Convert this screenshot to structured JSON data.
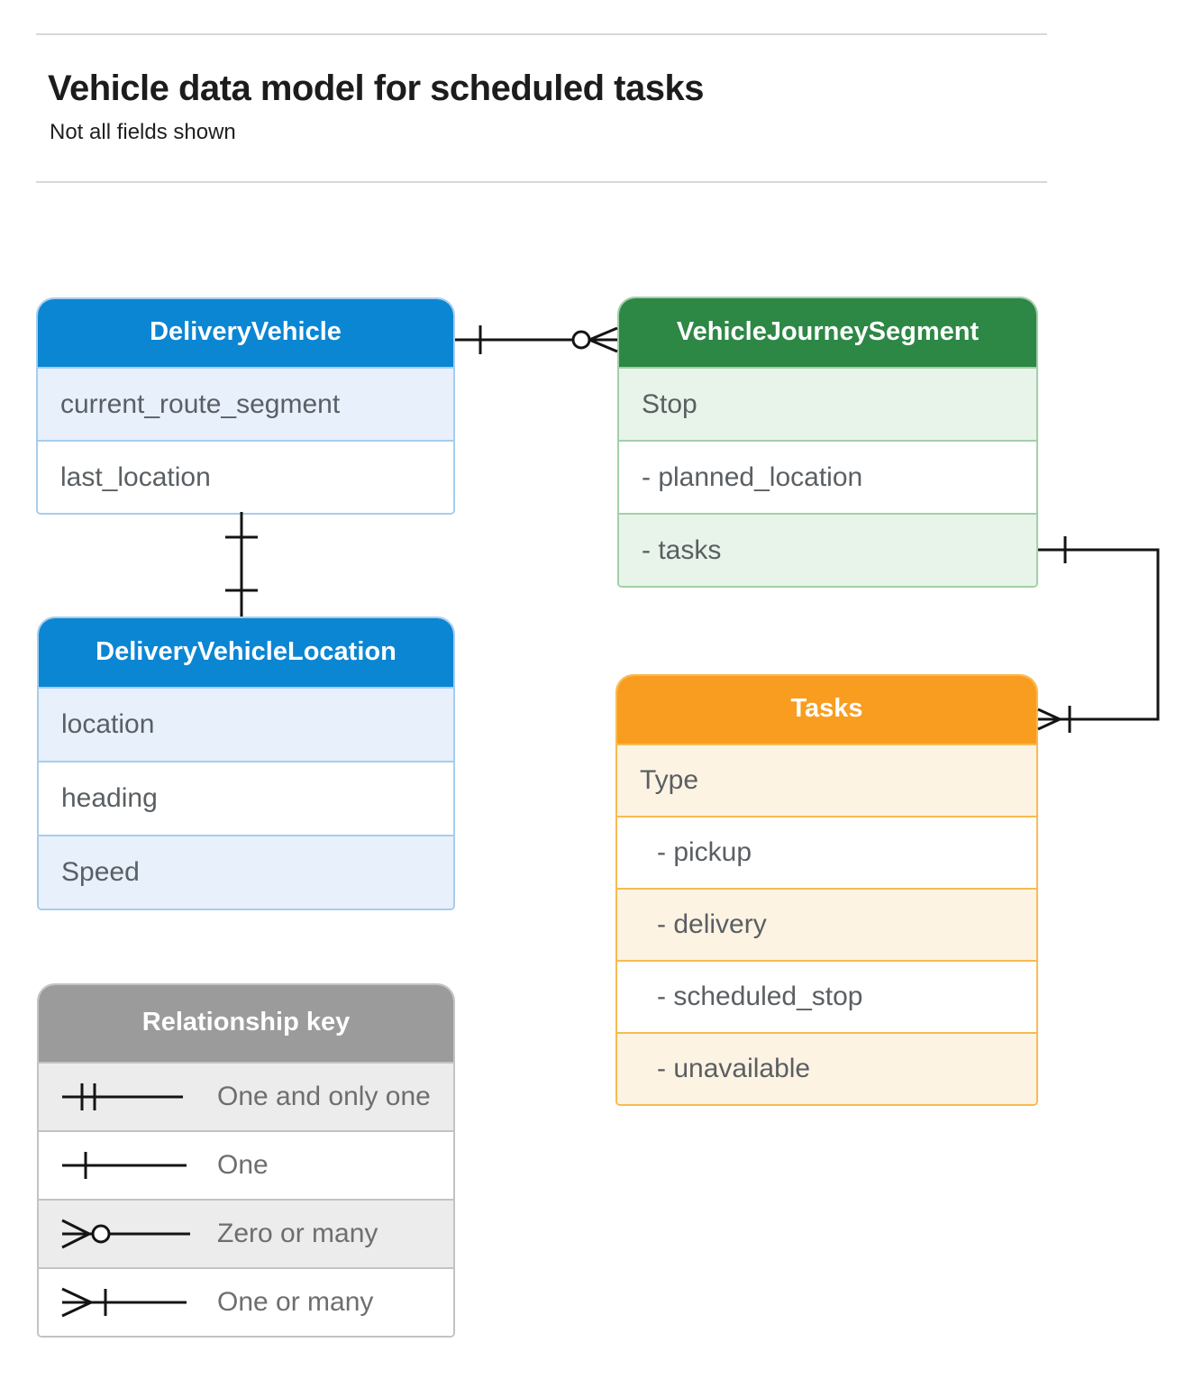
{
  "page": {
    "title": "Vehicle data model for scheduled tasks",
    "subtitle": "Not all fields shown"
  },
  "colors": {
    "blue_header": "#0b86d3",
    "blue_tint": "#e7f0fb",
    "green_header": "#2d8745",
    "green_tint": "#e8f3ea",
    "orange_header": "#f89d20",
    "orange_tint": "#fdf3e3",
    "gray_header": "#9b9b9b",
    "gray_tint": "#ececec",
    "connector": "#141414"
  },
  "entities": [
    {
      "id": "delivery-vehicle",
      "name": "DeliveryVehicle",
      "rows": [
        "current_route_segment",
        "last_location"
      ]
    },
    {
      "id": "vehicle-journey-segment",
      "name": "VehicleJourneySegment",
      "rows": [
        "Stop",
        "- planned_location",
        "- tasks"
      ]
    },
    {
      "id": "delivery-vehicle-location",
      "name": "DeliveryVehicleLocation",
      "rows": [
        "location",
        "heading",
        "Speed"
      ]
    },
    {
      "id": "tasks",
      "name": "Tasks",
      "rows": [
        "Type",
        "- pickup",
        "- delivery",
        "- scheduled_stop",
        "- unavailable"
      ]
    }
  ],
  "relationships": [
    {
      "from": "DeliveryVehicle",
      "to": "VehicleJourneySegment",
      "from_end": "one",
      "to_end": "zero or many"
    },
    {
      "from": "DeliveryVehicle",
      "to": "DeliveryVehicleLocation",
      "from_end": "one",
      "to_end": "one"
    },
    {
      "from": "VehicleJourneySegment.tasks",
      "to": "Tasks",
      "from_end": "one",
      "to_end": "one or many"
    }
  ],
  "legend": {
    "title": "Relationship key",
    "items": [
      {
        "icon": "one-and-only-one-symbol",
        "label": "One and only one"
      },
      {
        "icon": "one-symbol",
        "label": "One"
      },
      {
        "icon": "zero-or-many-symbol",
        "label": "Zero or many"
      },
      {
        "icon": "one-or-many-symbol",
        "label": "One or many"
      }
    ]
  }
}
